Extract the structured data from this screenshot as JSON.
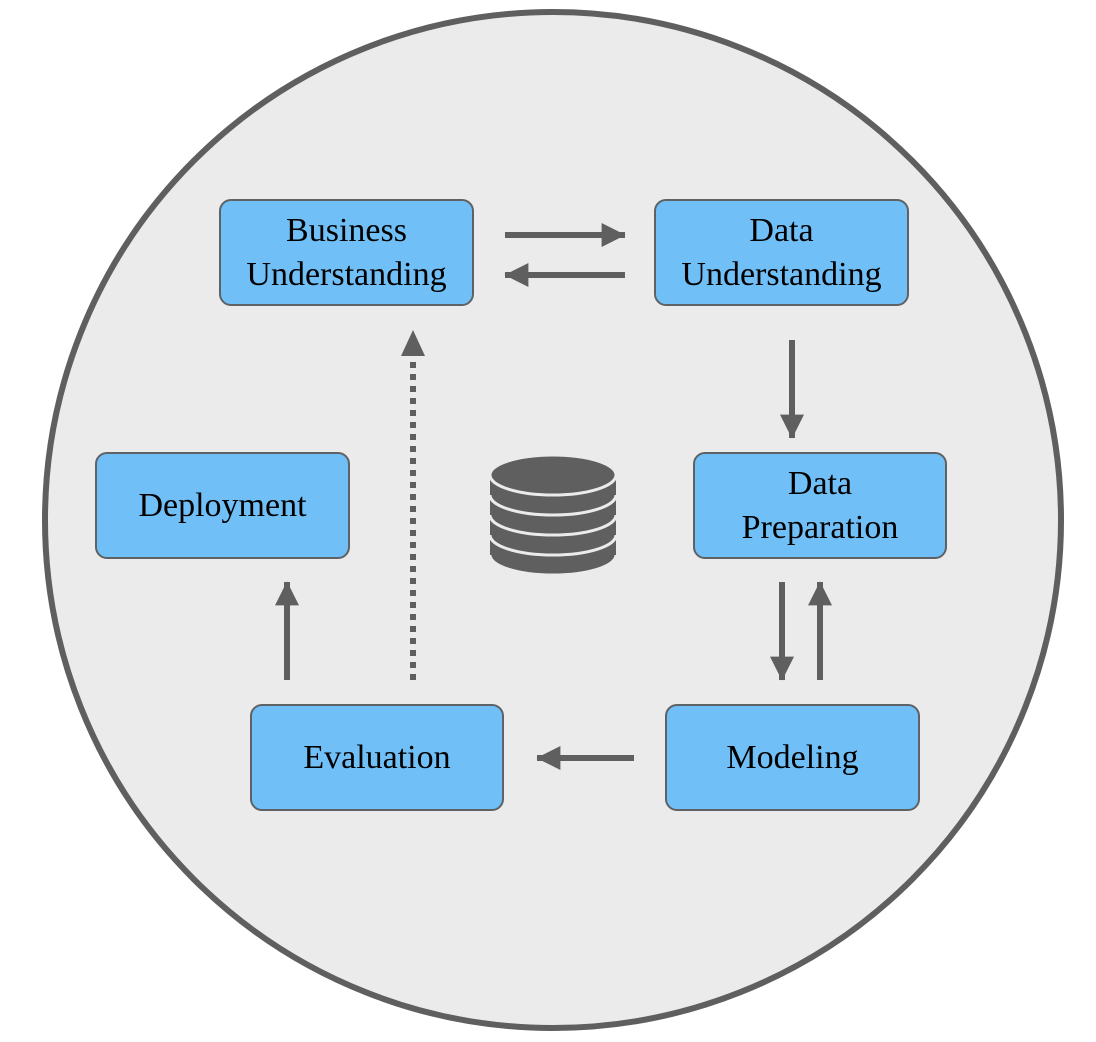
{
  "diagram": {
    "colors": {
      "background_circle": "#ebebeb",
      "circle_border": "#5f5f5f",
      "box_fill": "#70bff7",
      "box_border": "#5f6264",
      "arrow": "#5f5f5f",
      "database_icon": "#5f5f5f"
    },
    "nodes": {
      "business_understanding": "Business\nUnderstanding",
      "data_understanding": "Data\nUnderstanding",
      "data_preparation": "Data\nPreparation",
      "modeling": "Modeling",
      "evaluation": "Evaluation",
      "deployment": "Deployment"
    },
    "center_icon": "database-icon",
    "edges": [
      {
        "from": "business_understanding",
        "to": "data_understanding",
        "style": "solid"
      },
      {
        "from": "data_understanding",
        "to": "business_understanding",
        "style": "solid"
      },
      {
        "from": "data_understanding",
        "to": "data_preparation",
        "style": "solid"
      },
      {
        "from": "data_preparation",
        "to": "modeling",
        "style": "solid"
      },
      {
        "from": "modeling",
        "to": "data_preparation",
        "style": "solid"
      },
      {
        "from": "modeling",
        "to": "evaluation",
        "style": "solid"
      },
      {
        "from": "evaluation",
        "to": "deployment",
        "style": "solid"
      },
      {
        "from": "evaluation",
        "to": "business_understanding",
        "style": "dotted"
      }
    ]
  }
}
